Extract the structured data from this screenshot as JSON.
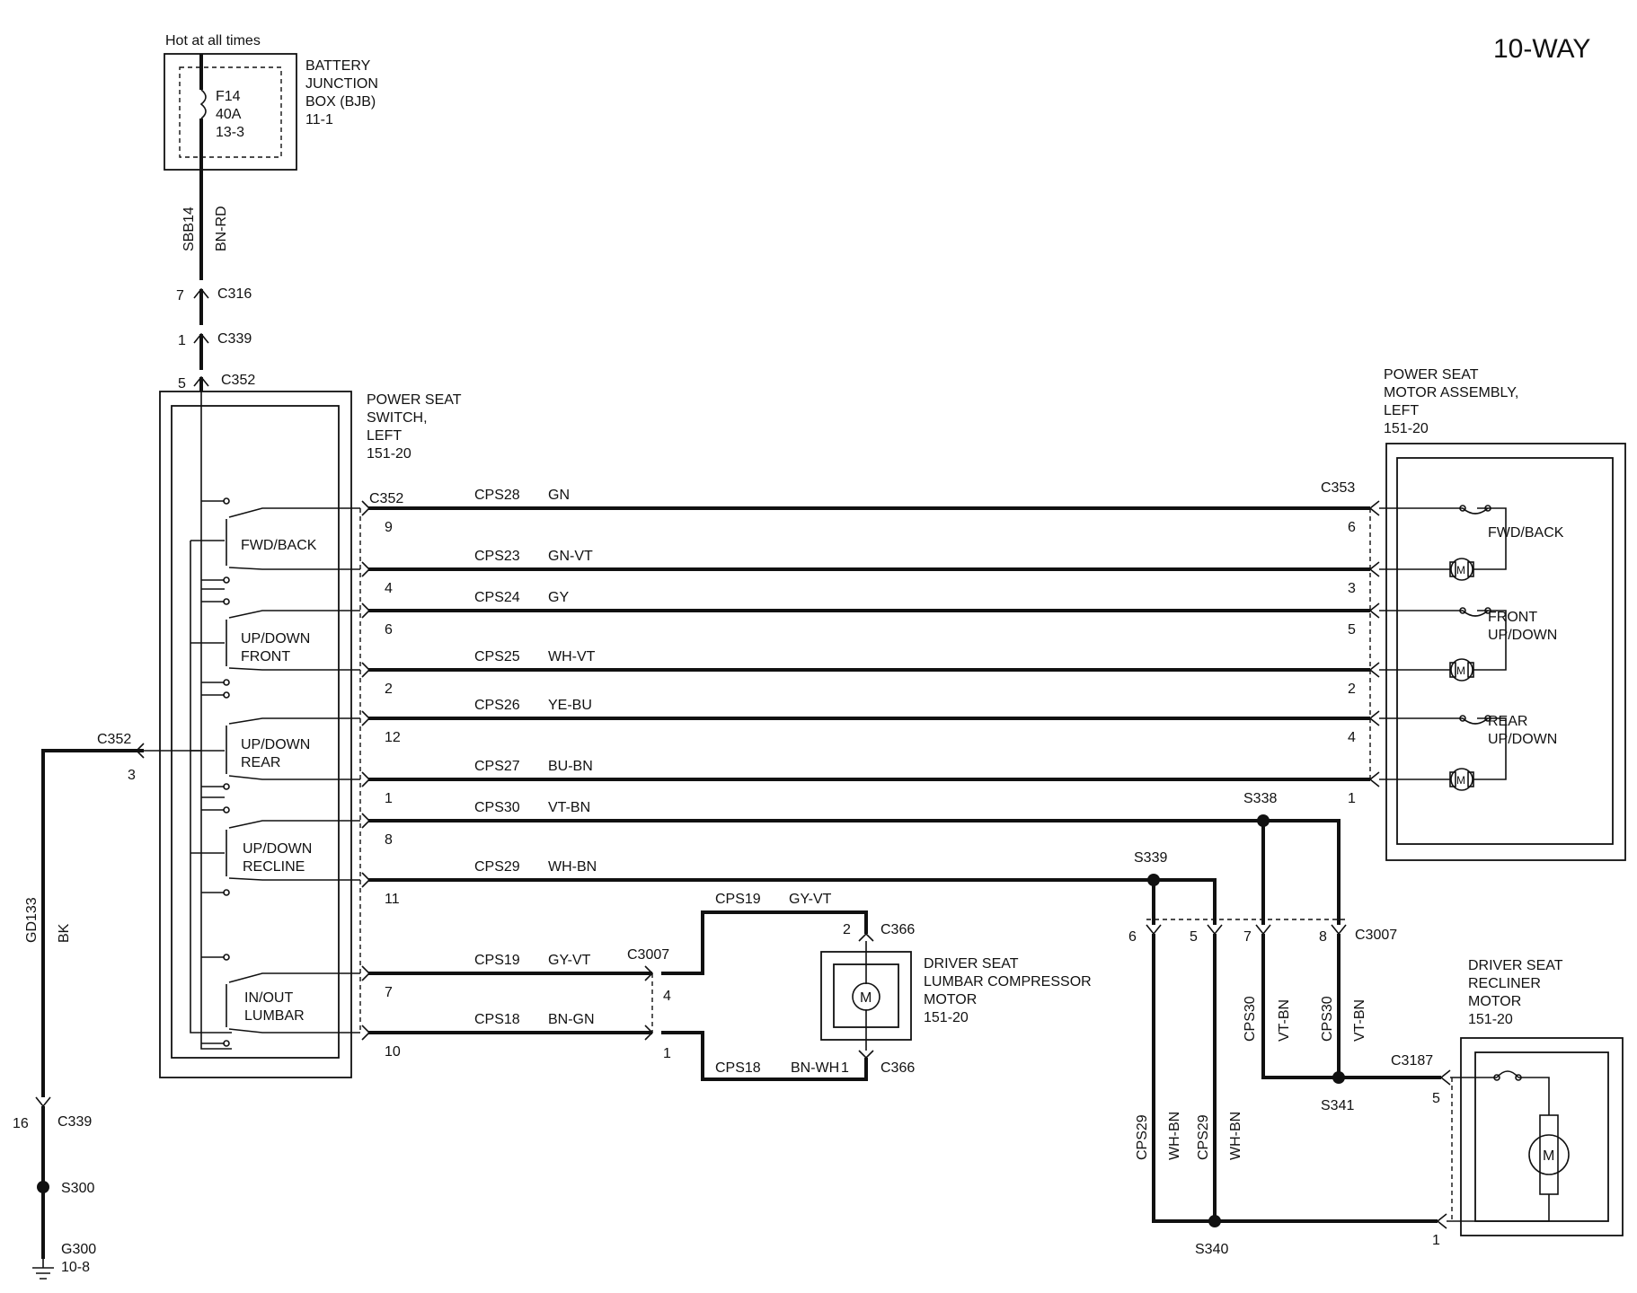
{
  "title": "10-WAY",
  "battery": {
    "hot_label": "Hot at all times",
    "name_lines": [
      "BATTERY",
      "JUNCTION",
      "BOX (BJB)",
      "11-1"
    ],
    "fuse_lines": [
      "F14",
      "40A",
      "13-3"
    ],
    "circuit": "SBB14",
    "color": "BN-RD"
  },
  "upper_connectors": [
    {
      "pin": "7",
      "name": "C316"
    },
    {
      "pin": "1",
      "name": "C339"
    },
    {
      "pin": "5",
      "name": "C352"
    }
  ],
  "switch": {
    "name_lines": [
      "POWER SEAT",
      "SWITCH,",
      "LEFT",
      "151-20"
    ],
    "connector": "C352",
    "sections": [
      {
        "label_lines": [
          "FWD/BACK"
        ]
      },
      {
        "label_lines": [
          "UP/DOWN",
          "FRONT"
        ]
      },
      {
        "label_lines": [
          "UP/DOWN",
          "REAR"
        ]
      },
      {
        "label_lines": [
          "UP/DOWN",
          "RECLINE"
        ]
      },
      {
        "label_lines": [
          "IN/OUT",
          "LUMBAR"
        ]
      }
    ]
  },
  "motor_assembly": {
    "name_lines": [
      "POWER SEAT",
      "MOTOR ASSEMBLY,",
      "LEFT",
      "151-20"
    ],
    "connector": "C353",
    "labels": [
      {
        "lines": [
          "FWD/BACK"
        ]
      },
      {
        "lines": [
          "FRONT",
          "UP/DOWN"
        ]
      },
      {
        "lines": [
          "REAR",
          "UP/DOWN"
        ]
      }
    ]
  },
  "wires": [
    {
      "circuit": "CPS28",
      "color": "GN",
      "switch_pin": "9",
      "far_pin": "6"
    },
    {
      "circuit": "CPS23",
      "color": "GN-VT",
      "switch_pin": "4",
      "far_pin": "3"
    },
    {
      "circuit": "CPS24",
      "color": "GY",
      "switch_pin": "6",
      "far_pin": "5"
    },
    {
      "circuit": "CPS25",
      "color": "WH-VT",
      "switch_pin": "2",
      "far_pin": "2"
    },
    {
      "circuit": "CPS26",
      "color": "YE-BU",
      "switch_pin": "12",
      "far_pin": "4"
    },
    {
      "circuit": "CPS27",
      "color": "BU-BN",
      "switch_pin": "1",
      "far_pin": "1"
    },
    {
      "circuit": "CPS30",
      "color": "VT-BN",
      "switch_pin": "8",
      "far_pin": ""
    },
    {
      "circuit": "CPS29",
      "color": "WH-BN",
      "switch_pin": "11",
      "far_pin": ""
    },
    {
      "circuit": "CPS19",
      "color": "GY-VT",
      "switch_pin": "7",
      "far_pin": "4"
    },
    {
      "circuit": "CPS18",
      "color": "BN-GN",
      "switch_pin": "10",
      "far_pin": "1"
    }
  ],
  "ground": {
    "connector": "C352",
    "pin": "3",
    "circuit": "GD133",
    "color": "BK",
    "c339_pin": "16",
    "c339": "C339",
    "splice": "S300",
    "ground_name": "G300",
    "ground_ref": "10-8"
  },
  "lumbar": {
    "c3007": "C3007",
    "upper": {
      "circuit": "CPS19",
      "color": "GY-VT",
      "pin": "2",
      "connector": "C366"
    },
    "lower": {
      "circuit": "CPS18",
      "color": "BN-WH",
      "pin": "1",
      "connector": "C366"
    },
    "name_lines": [
      "DRIVER SEAT",
      "LUMBAR COMPRESSOR",
      "MOTOR",
      "151-20"
    ],
    "motor_symbol": "M"
  },
  "recliner": {
    "splices": [
      "S338",
      "S339",
      "S340",
      "S341"
    ],
    "c3007": "C3007",
    "c3007_pins": [
      "6",
      "5",
      "7",
      "8"
    ],
    "vertical_wires": [
      {
        "circuit": "CPS30",
        "color": "VT-BN"
      },
      {
        "circuit": "CPS30",
        "color": "VT-BN"
      },
      {
        "circuit": "CPS29",
        "color": "WH-BN"
      },
      {
        "circuit": "CPS29",
        "color": "WH-BN"
      }
    ],
    "connector": "C3187",
    "pin_upper": "5",
    "pin_lower": "1",
    "name_lines": [
      "DRIVER SEAT",
      "RECLINER",
      "MOTOR",
      "151-20"
    ],
    "motor_symbol": "M"
  }
}
